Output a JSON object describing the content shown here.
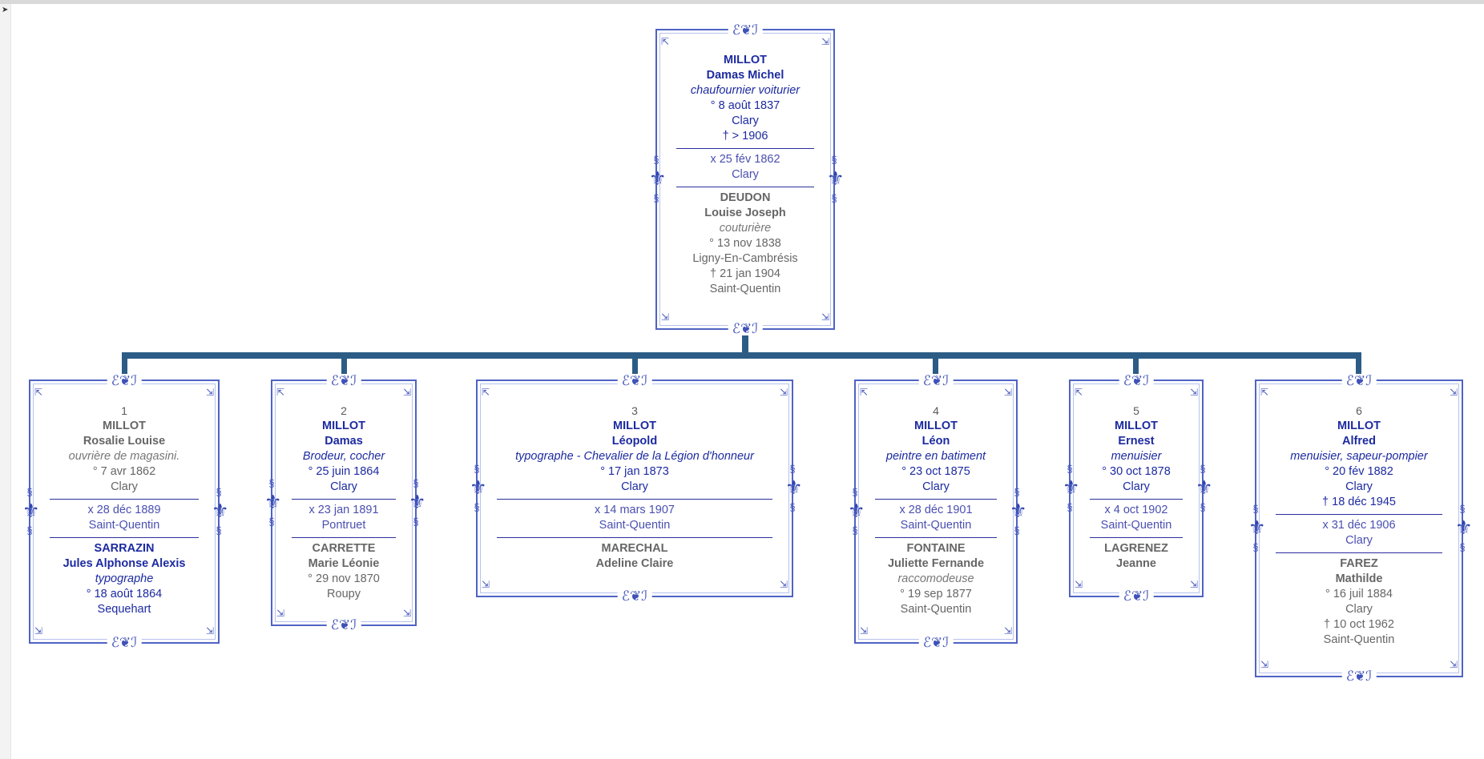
{
  "root": {
    "person": {
      "surname": "MILLOT",
      "given": "Damas Michel",
      "occupation": "chaufournier voiturier",
      "birth": "° 8 août 1837",
      "birth_place": "Clary",
      "death": "† > 1906"
    },
    "marriage": {
      "date": "x 25 fév 1862",
      "place": "Clary"
    },
    "spouse": {
      "surname": "DEUDON",
      "given": "Louise Joseph",
      "occupation": "couturière",
      "birth": "° 13 nov 1838",
      "birth_place": "Ligny-En-Cambrésis",
      "death": "† 21 jan 1904",
      "death_place": "Saint-Quentin"
    }
  },
  "children": [
    {
      "number": "1",
      "surname": "MILLOT",
      "given": "Rosalie Louise",
      "occupation": "ouvrière de magasini.",
      "birth": "° 7 avr 1862",
      "birth_place": "Clary",
      "marriage": {
        "date": "x 28 déc 1889",
        "place": "Saint-Quentin"
      },
      "spouse": {
        "surname": "SARRAZIN",
        "given": "Jules Alphonse Alexis",
        "occupation": "typographe",
        "birth": "° 18 août 1864",
        "birth_place": "Sequehart"
      }
    },
    {
      "number": "2",
      "surname": "MILLOT",
      "given": "Damas",
      "occupation": "Brodeur, cocher",
      "birth": "° 25 juin 1864",
      "birth_place": "Clary",
      "marriage": {
        "date": "x 23 jan 1891",
        "place": "Pontruet"
      },
      "spouse": {
        "surname": "CARRETTE",
        "given": "Marie Léonie",
        "birth": "° 29 nov 1870",
        "birth_place": "Roupy"
      }
    },
    {
      "number": "3",
      "surname": "MILLOT",
      "given": "Léopold",
      "occupation": "typographe  - Chevalier de la Légion d'honneur",
      "birth": "° 17 jan 1873",
      "birth_place": "Clary",
      "marriage": {
        "date": "x 14 mars 1907",
        "place": "Saint-Quentin"
      },
      "spouse": {
        "surname": "MARECHAL",
        "given": "Adeline Claire"
      }
    },
    {
      "number": "4",
      "surname": "MILLOT",
      "given": "Léon",
      "occupation": "peintre en batiment",
      "birth": "° 23 oct 1875",
      "birth_place": "Clary",
      "marriage": {
        "date": "x 28 déc 1901",
        "place": "Saint-Quentin"
      },
      "spouse": {
        "surname": "FONTAINE",
        "given": "Juliette Fernande",
        "occupation": "raccomodeuse",
        "birth": "° 19 sep 1877",
        "birth_place": "Saint-Quentin"
      }
    },
    {
      "number": "5",
      "surname": "MILLOT",
      "given": "Ernest",
      "occupation": "menuisier",
      "birth": "° 30 oct 1878",
      "birth_place": "Clary",
      "marriage": {
        "date": "x 4 oct 1902",
        "place": "Saint-Quentin"
      },
      "spouse": {
        "surname": "LAGRENEZ",
        "given": "Jeanne"
      }
    },
    {
      "number": "6",
      "surname": "MILLOT",
      "given": "Alfred",
      "occupation": "menuisier, sapeur-pompier",
      "birth": "° 20 fév 1882",
      "birth_place": "Clary",
      "death": "† 18 déc 1945",
      "marriage": {
        "date": "x 31 déc 1906",
        "place": "Clary"
      },
      "spouse": {
        "surname": "FAREZ",
        "given": "Mathilde",
        "birth": "° 16 juil 1884",
        "birth_place": "Clary",
        "death": "† 10 oct 1962",
        "death_place": "Saint-Quentin"
      }
    }
  ],
  "colors": {
    "frame": "#4f63c4",
    "connector": "#2c5c86",
    "main_text": "#1c2aa0",
    "spouse_text": "#666666"
  },
  "icons": {
    "corner": "corner-arrow-icon",
    "top": "scroll-ornament-icon",
    "side": "fleur-ornament-icon",
    "cursor": "cursor-icon"
  }
}
